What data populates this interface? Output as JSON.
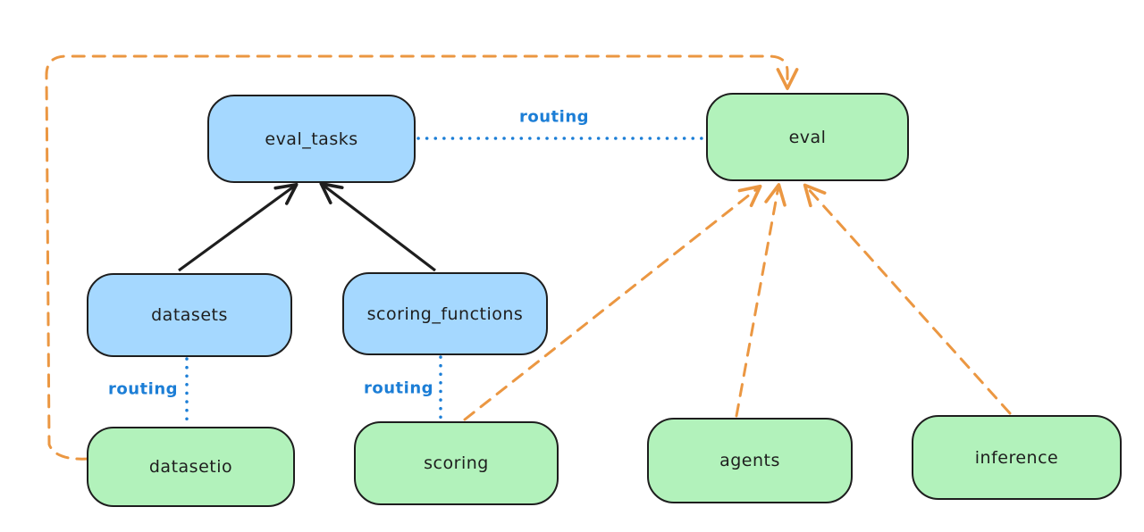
{
  "diagram": {
    "type": "architecture-graph",
    "background": "#ffffff",
    "colors": {
      "node_border": "#1e1e1e",
      "node_text": "#1e1e1e",
      "blue_node_fill": "#a5d8ff",
      "green_node_fill": "#b2f2bb",
      "routing_line_blue": "#1c7ed6",
      "provider_arrow_orange": "#eb9742",
      "dependency_arrow_black": "#1e1e1e"
    },
    "nodes": {
      "eval_tasks": {
        "label": "eval_tasks",
        "color": "blue"
      },
      "eval": {
        "label": "eval",
        "color": "green"
      },
      "datasets": {
        "label": "datasets",
        "color": "blue"
      },
      "scoring_functions": {
        "label": "scoring_functions",
        "color": "blue"
      },
      "datasetio": {
        "label": "datasetio",
        "color": "green"
      },
      "scoring": {
        "label": "scoring",
        "color": "green"
      },
      "agents": {
        "label": "agents",
        "color": "green"
      },
      "inference": {
        "label": "inference",
        "color": "green"
      }
    },
    "labels": {
      "routing": "routing"
    },
    "edges": [
      {
        "from": "datasets",
        "to": "eval_tasks",
        "style": "solid",
        "arrow": true,
        "color": "#1e1e1e"
      },
      {
        "from": "scoring_functions",
        "to": "eval_tasks",
        "style": "solid",
        "arrow": true,
        "color": "#1e1e1e"
      },
      {
        "from": "eval_tasks",
        "to": "eval",
        "style": "dotted",
        "arrow": false,
        "color": "#1c7ed6",
        "label": "routing"
      },
      {
        "from": "datasets",
        "to": "datasetio",
        "style": "dotted",
        "arrow": false,
        "color": "#1c7ed6",
        "label": "routing"
      },
      {
        "from": "scoring_functions",
        "to": "scoring",
        "style": "dotted",
        "arrow": false,
        "color": "#1c7ed6",
        "label": "routing"
      },
      {
        "from": "datasetio",
        "to": "eval",
        "style": "dashed",
        "arrow": true,
        "color": "#eb9742",
        "route": "around-left-and-top"
      },
      {
        "from": "scoring",
        "to": "eval",
        "style": "dashed",
        "arrow": true,
        "color": "#eb9742"
      },
      {
        "from": "agents",
        "to": "eval",
        "style": "dashed",
        "arrow": true,
        "color": "#eb9742"
      },
      {
        "from": "inference",
        "to": "eval",
        "style": "dashed",
        "arrow": true,
        "color": "#eb9742"
      }
    ]
  }
}
